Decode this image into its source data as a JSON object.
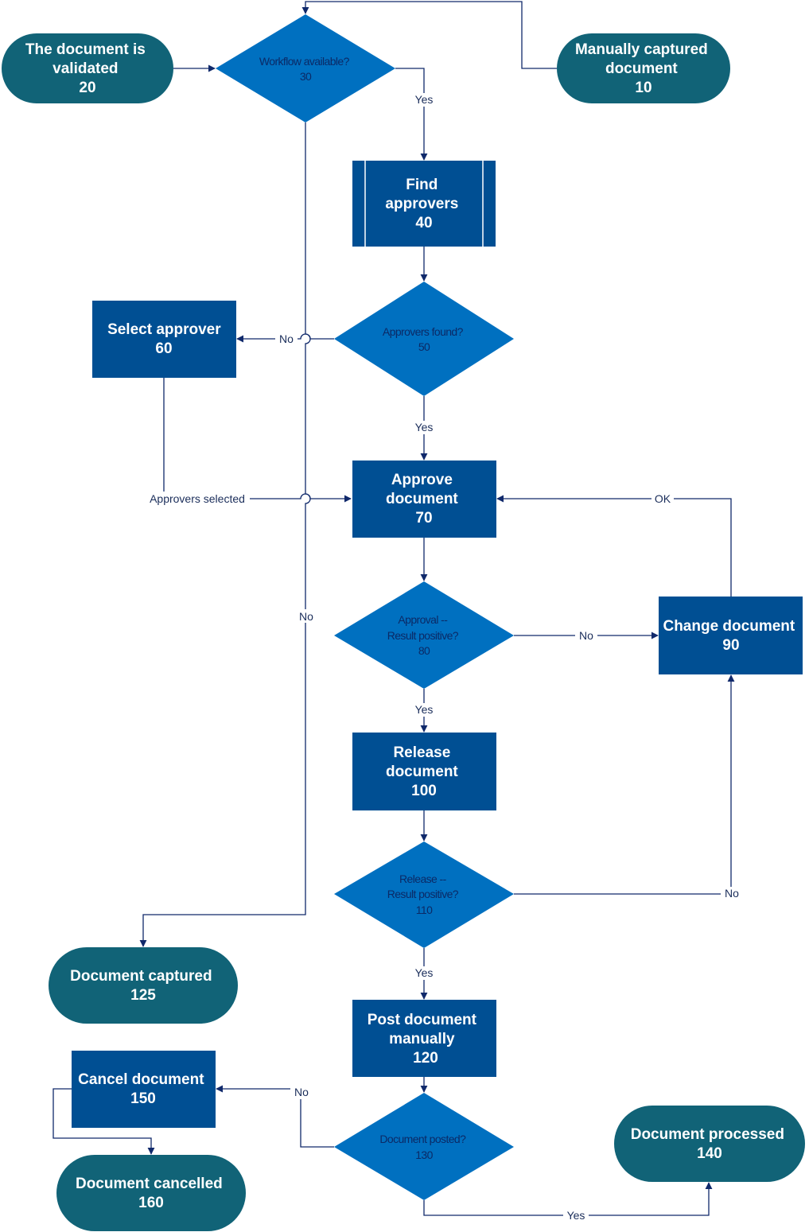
{
  "colors": {
    "terminal": "#116377",
    "process": "#004f93",
    "decision": "#0070c0",
    "line": "#10296b"
  },
  "nodes": {
    "n10": {
      "lines": [
        "Manually captured",
        "document",
        "10"
      ]
    },
    "n20": {
      "lines": [
        "The document is",
        "validated",
        "20"
      ]
    },
    "n30": {
      "lines": [
        "Workflow available?",
        "30"
      ]
    },
    "n40": {
      "lines": [
        "Find",
        "approvers",
        "40"
      ]
    },
    "n50": {
      "lines": [
        "Approvers found?",
        "50"
      ]
    },
    "n60": {
      "lines": [
        "Select approver",
        "60"
      ]
    },
    "n70": {
      "lines": [
        "Approve",
        "document",
        "70"
      ]
    },
    "n80": {
      "lines": [
        "Approval --",
        "Result positive?",
        "80"
      ]
    },
    "n90": {
      "lines": [
        "Change document",
        "90"
      ]
    },
    "n100": {
      "lines": [
        "Release",
        "document",
        "100"
      ]
    },
    "n110": {
      "lines": [
        "Release --",
        "Result positive?",
        "110"
      ]
    },
    "n120": {
      "lines": [
        "Post document",
        "manually",
        "120"
      ]
    },
    "n125": {
      "lines": [
        "Document captured",
        "125"
      ]
    },
    "n130": {
      "lines": [
        "Document posted?",
        "130"
      ]
    },
    "n140": {
      "lines": [
        "Document processed",
        "140"
      ]
    },
    "n150": {
      "lines": [
        "Cancel document",
        "150"
      ]
    },
    "n160": {
      "lines": [
        "Document cancelled",
        "160"
      ]
    }
  },
  "edge_labels": {
    "yes_30": "Yes",
    "no_30": "No",
    "no_50": "No",
    "yes_50": "Yes",
    "approvers_selected": "Approvers selected",
    "ok_90": "OK",
    "no_80": "No",
    "yes_80": "Yes",
    "no_110": "No",
    "yes_110": "Yes",
    "no_130": "No",
    "yes_130": "Yes"
  }
}
